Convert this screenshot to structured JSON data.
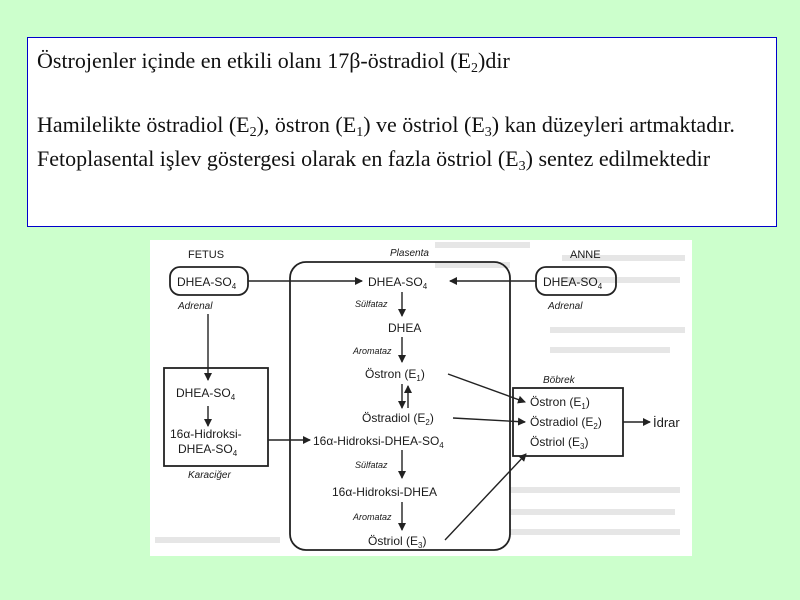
{
  "text": {
    "line1_a": "Östrojenler içinde en etkili olanı 17",
    "line1_beta": "β",
    "line1_b": "-östradiol (E",
    "line1_sub": "2",
    "line1_c": ")dir",
    "p_a": "Hamilelikte östradiol (E",
    "p_sub1": "2",
    "p_b": "), östron (E",
    "p_sub2": "1",
    "p_c": ") ve östriol (E",
    "p_sub3": "3",
    "p_d": ") kan düzeyleri artmaktadır. Fetoplasental işlev göstergesi olarak en fazla östriol (E",
    "p_sub4": "3",
    "p_e": ") sentez edilmektedir"
  },
  "diagram": {
    "fetus": "FETUS",
    "anne": "ANNE",
    "plasenta": "Plasenta",
    "dhea_so4": "DHEA-SO",
    "sub4": "4",
    "adrenal": "Adrenal",
    "sulfataz": "Sülfataz",
    "dhea": "DHEA",
    "aromataz": "Aromataz",
    "ostron": "Östron (E",
    "sub1": "1",
    "ostradiol": "Östradiol (E",
    "sub2": "2",
    "hidroksi_a": "16α-Hidroksi-",
    "hidroksi_b": "DHEA-SO",
    "karaciger": "Karaciğer",
    "hidroksi_dheaso4": "16α-Hidroksi-DHEA-SO",
    "hidroksi_dhea": "16α-Hidroksi-DHEA",
    "ostriol": "Östriol (E",
    "sub3": "3",
    "close": ")",
    "bobrek": "Böbrek",
    "idrar": "İdrar"
  }
}
